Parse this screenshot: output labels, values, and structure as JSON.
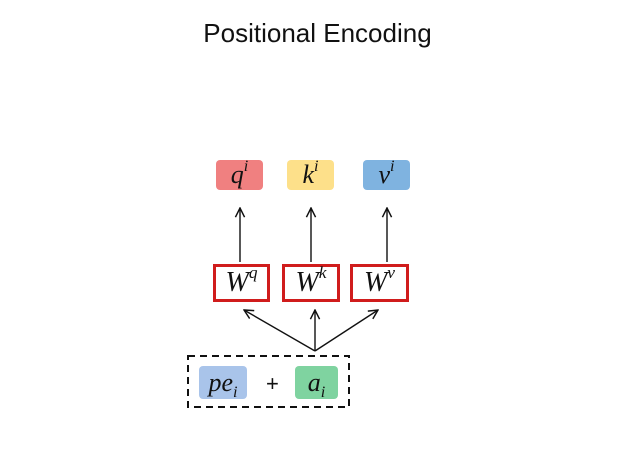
{
  "title": "Positional Encoding",
  "outputs": {
    "q": {
      "base": "q",
      "sup": "i",
      "color": "#f08080"
    },
    "k": {
      "base": "k",
      "sup": "i",
      "color": "#fde08a"
    },
    "v": {
      "base": "v",
      "sup": "i",
      "color": "#7fb3e0"
    }
  },
  "weights": {
    "wq": {
      "base": "W",
      "sup": "q"
    },
    "wk": {
      "base": "W",
      "sup": "k"
    },
    "wv": {
      "base": "W",
      "sup": "v"
    },
    "border_color": "#d01c1c"
  },
  "inputs": {
    "pe": {
      "base": "pe",
      "sub": "i",
      "color": "#a9c4ea"
    },
    "plus": "+",
    "a": {
      "base": "a",
      "sub": "i",
      "color": "#7fd3a0"
    }
  }
}
